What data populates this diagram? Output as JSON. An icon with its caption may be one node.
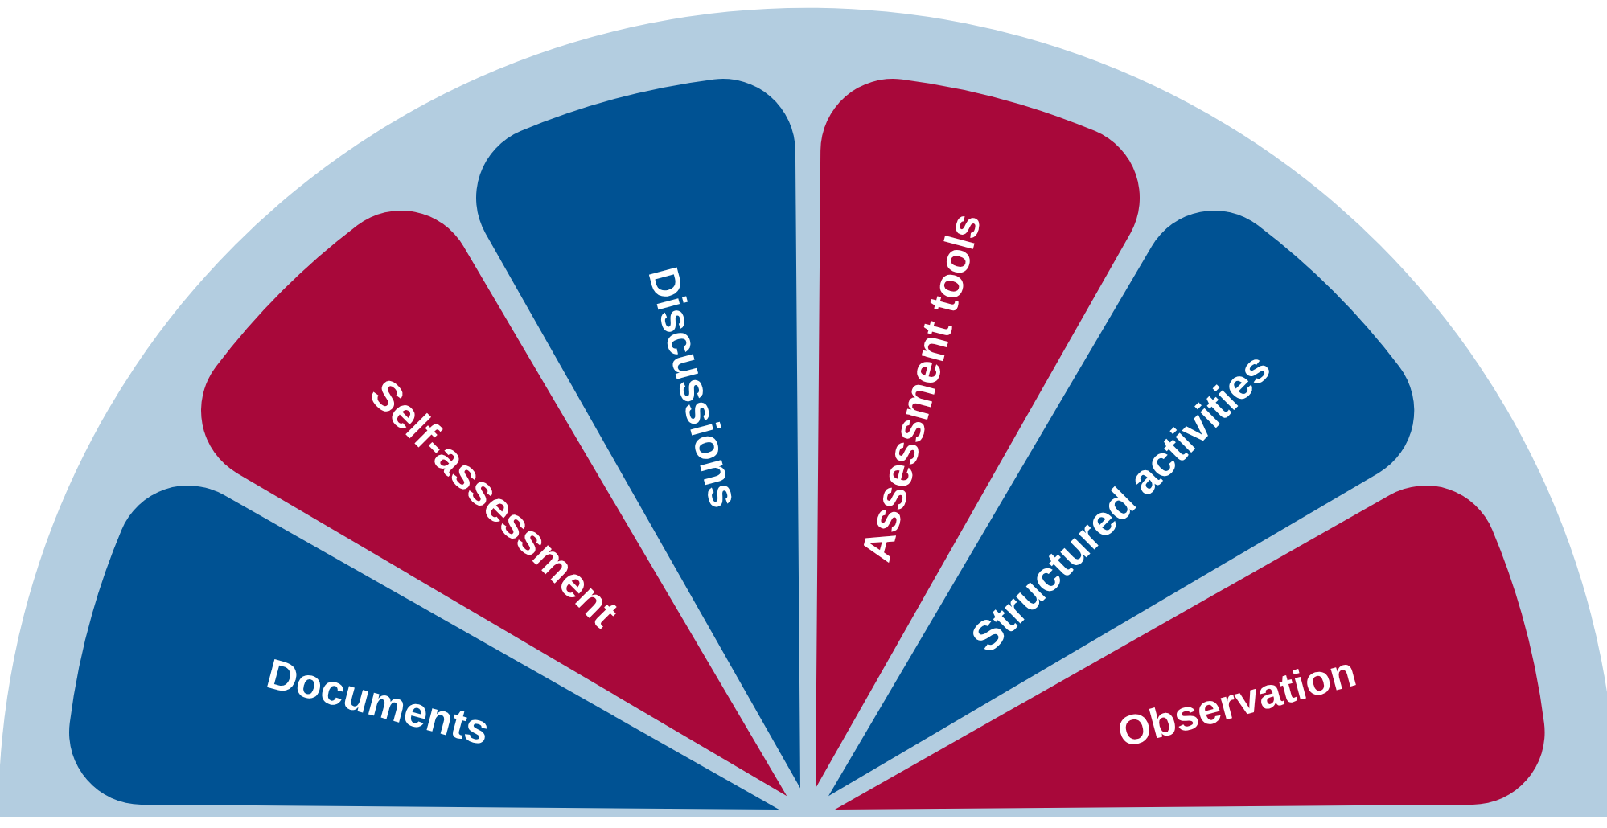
{
  "diagram": {
    "nodes": [
      {
        "text": [
          "Documents"
        ]
      },
      {
        "text": [
          "Self-assessment"
        ]
      },
      {
        "text": [
          "Discussions"
        ]
      },
      {
        "text": [
          "Assessment tools"
        ]
      },
      {
        "text": [
          "Structured activities"
        ]
      },
      {
        "text": [
          "Observation"
        ]
      }
    ]
  }
}
